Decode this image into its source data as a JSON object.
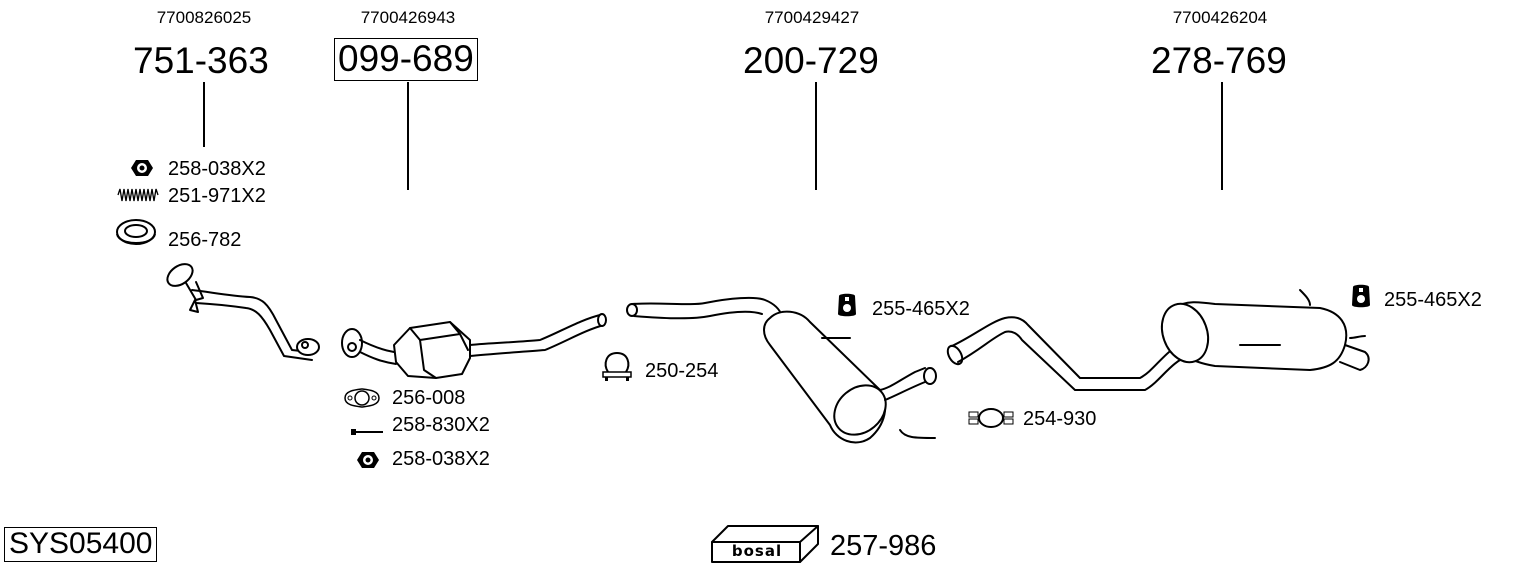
{
  "diagram": {
    "system_code": "SYS05400",
    "brand": "bosal",
    "mounting_kit": "257-986",
    "main_parts": [
      {
        "oem": "7700826025",
        "part": "751-363",
        "boxed": false
      },
      {
        "oem": "7700426943",
        "part": "099-689",
        "boxed": true
      },
      {
        "oem": "7700429427",
        "part": "200-729",
        "boxed": false
      },
      {
        "oem": "7700426204",
        "part": "278-769",
        "boxed": false
      }
    ],
    "accessories": [
      {
        "id": "acc-1",
        "icon": "nut-icon",
        "label": "258-038X2"
      },
      {
        "id": "acc-2",
        "icon": "spring-icon",
        "label": "251-971X2"
      },
      {
        "id": "acc-3",
        "icon": "seal-ring-icon",
        "label": "256-782"
      },
      {
        "id": "acc-4",
        "icon": "gasket-icon",
        "label": "256-008"
      },
      {
        "id": "acc-5",
        "icon": "bolt-icon",
        "label": "258-830X2"
      },
      {
        "id": "acc-6",
        "icon": "nut-icon",
        "label": "258-038X2"
      },
      {
        "id": "acc-7",
        "icon": "u-clamp-icon",
        "label": "250-254"
      },
      {
        "id": "acc-8",
        "icon": "rubber-hanger-icon",
        "label": "255-465X2"
      },
      {
        "id": "acc-9",
        "icon": "band-clamp-icon",
        "label": "254-930"
      },
      {
        "id": "acc-10",
        "icon": "rubber-hanger-icon",
        "label": "255-465X2"
      }
    ]
  }
}
